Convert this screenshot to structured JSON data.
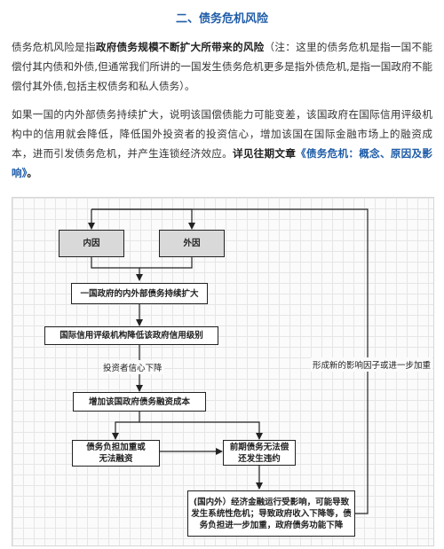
{
  "heading": "二、债务危机风险",
  "paragraph1": {
    "before": "债务危机风险是指",
    "bold": "政府债务规模不断扩大所带来的风险",
    "after": "（注：这里的债务危机是指一国不能偿付其内债和外债,但通常我们所讲的一国发生债务危机更多是指外债危机,是指一国政府不能偿付其外债,包括主权债务和私人债务）。"
  },
  "paragraph2": {
    "text": "如果一国的内外部债务持续扩大，说明该国偿债能力可能变差，该国政府在国际信用评级机构中的信用就会降低，降低国外投资者的投资信心，增加该国在国际金融市场上的融资成本，进而引发债务危机，并产生连锁经济效应。",
    "bold": "详见往期文章",
    "link": "《债务危机：概念、原因及影响》",
    "end": "。"
  },
  "flowchart": {
    "internal": "内因",
    "external": "外因",
    "debt_expand": "一国政府的内外部债务持续扩大",
    "rating_down": "国际信用评级机构降低该政府信用级别",
    "investor_confidence": "投资者信心下降",
    "financing_cost": "增加该国政府债务融资成本",
    "debt_burden": "债务负担加重或\n无法融资",
    "default": "前期债务无法偿\n还发生违约",
    "impact": "(国内外）经济金融运行受影响，可能导致\n发生系统性危机；导致政府收入下降等，债\n务负担进一步加重，政府债务功能下降",
    "feedback_label": "形成新的影响因子或进一步加重"
  }
}
